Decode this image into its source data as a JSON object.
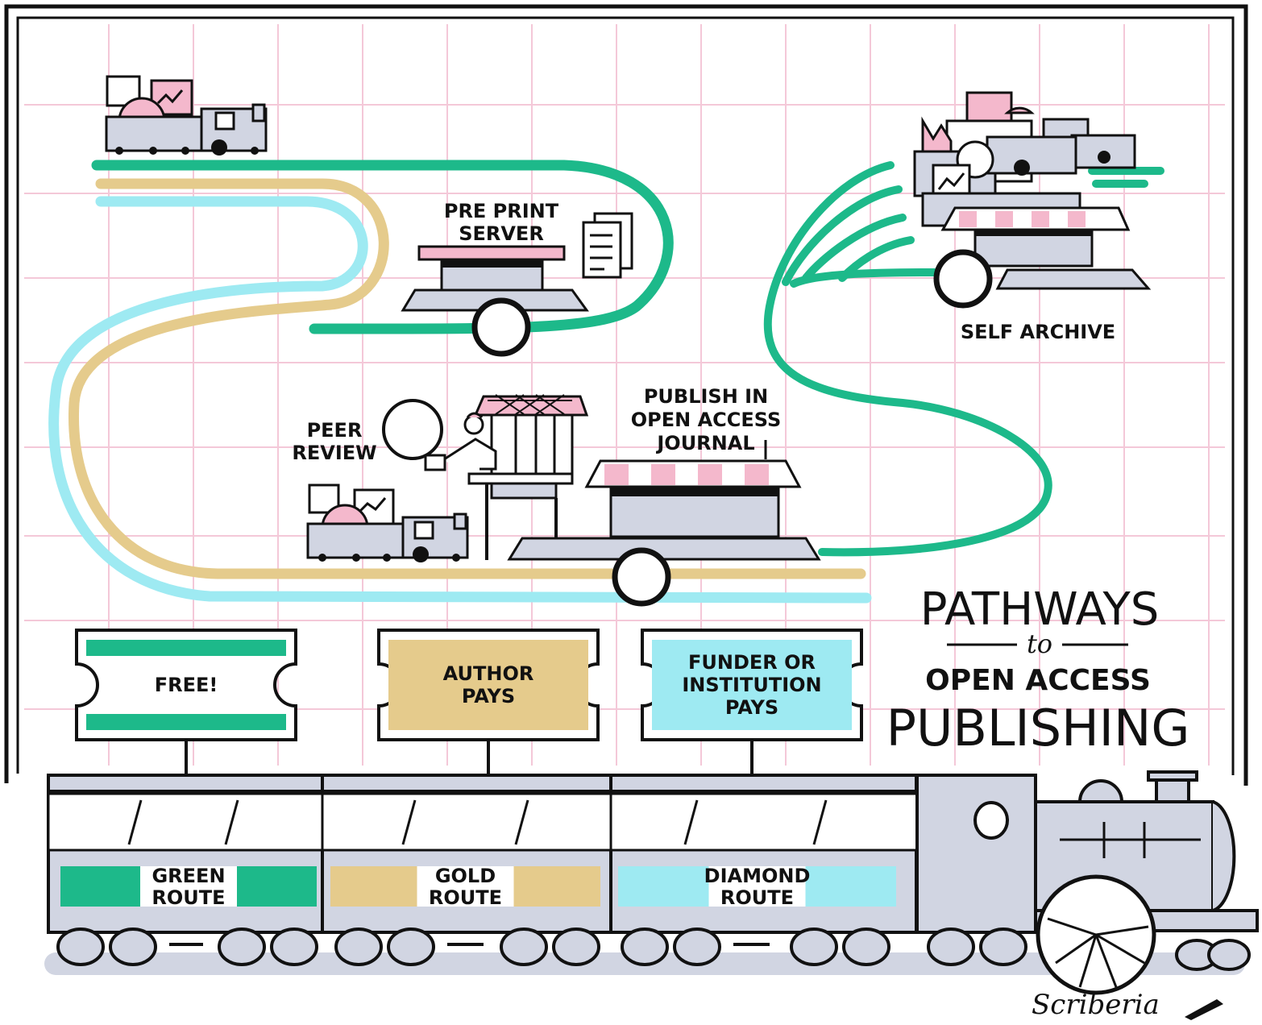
{
  "title": {
    "line1": "PATHWAYS",
    "line2": "to",
    "line3": "OPEN ACCESS",
    "line4": "PUBLISHING"
  },
  "stations": {
    "preprint": [
      "PRE PRINT",
      "SERVER"
    ],
    "self_archive": "SELF ARCHIVE",
    "peer_review": [
      "PEER",
      "REVIEW"
    ],
    "oa_journal": [
      "PUBLISH IN",
      "OPEN ACCESS",
      "JOURNAL"
    ]
  },
  "tickets": [
    {
      "lines": [
        "FREE!"
      ],
      "color": "#1db98a"
    },
    {
      "lines": [
        "AUTHOR",
        "PAYS"
      ],
      "color": "#e5cb8c"
    },
    {
      "lines": [
        "FUNDER OR",
        "INSTITUTION",
        "PAYS"
      ],
      "color": "#9eeaf2"
    }
  ],
  "routes": [
    {
      "lines": [
        "GREEN",
        "ROUTE"
      ],
      "color": "#1db98a"
    },
    {
      "lines": [
        "GOLD",
        "ROUTE"
      ],
      "color": "#e5cb8c"
    },
    {
      "lines": [
        "DIAMOND",
        "ROUTE"
      ],
      "color": "#9eeaf2"
    }
  ],
  "signature": "Scriberia",
  "colors": {
    "green": "#1db98a",
    "gold": "#e5cb8c",
    "cyan": "#9eeaf2",
    "pink_grid": "#f4c8d8",
    "grey_body": "#d1d5e2",
    "ink": "#111111",
    "pink": "#f4b8cc"
  },
  "icons": [
    "train-engine-icon",
    "cargo-train-icon",
    "station-icon",
    "document-icon",
    "pie-chart-icon",
    "ticket-icon",
    "pen-icon"
  ]
}
